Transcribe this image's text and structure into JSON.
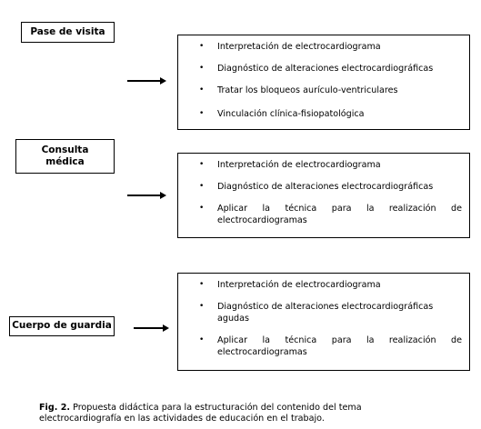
{
  "sections": [
    {
      "label": "Pase de visita",
      "items": [
        "Interpretación de electrocardiograma",
        "Diagnóstico de alteraciones electrocardiográficas",
        "Tratar los bloqueos aurículo-ventriculares",
        "Vinculación clínica-fisiopatológica"
      ]
    },
    {
      "label": "Consulta médica",
      "items": [
        "Interpretación de electrocardiograma",
        "Diagnóstico de alteraciones electrocardiográficas",
        "Aplicar la técnica para la realización de electrocardiogramas"
      ]
    },
    {
      "label": "Cuerpo de guardia",
      "items": [
        "Interpretación de electrocardiograma",
        "Diagnóstico de alteraciones electrocardiográficas agudas",
        "Aplicar la técnica para la realización de electrocardiogramas"
      ]
    }
  ],
  "bullet_symbol": "•",
  "caption": {
    "prefix": "Fig. 2.",
    "text": "Propuesta didáctica para la estructuración del contenido del tema electrocardiografía en las actividades de educación en el trabajo."
  }
}
